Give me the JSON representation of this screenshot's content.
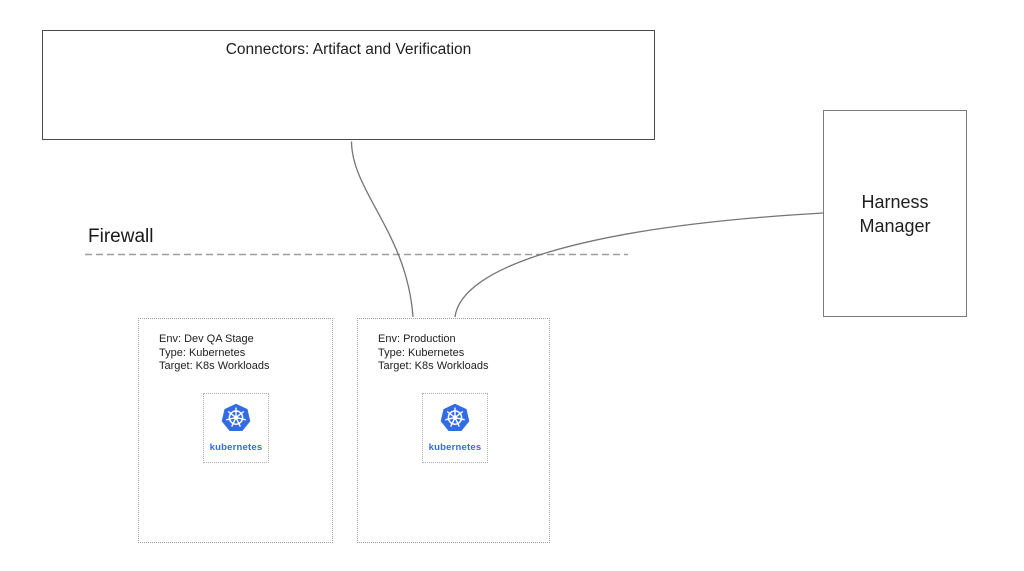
{
  "diagram": {
    "connectors_box": {
      "label": "Connectors: Artifact and Verification"
    },
    "harness_box": {
      "label": "Harness Manager"
    },
    "firewall": {
      "label": "Firewall"
    },
    "clusters": [
      {
        "env": "Env: Dev QA Stage",
        "type": "Type: Kubernetes",
        "target": "Target: K8s Workloads",
        "icon": "kubernetes-logo",
        "icon_label": "kubernetes"
      },
      {
        "env": "Env: Production",
        "type": "Type: Kubernetes",
        "target": "Target: K8s Workloads",
        "icon": "kubernetes-logo",
        "icon_label": "kubernetes"
      }
    ],
    "colors": {
      "kubernetes_blue": "#326CE5",
      "wire_gray": "#757575",
      "dotted_border_gray": "#9e9e9e",
      "text_black": "#212121"
    }
  }
}
